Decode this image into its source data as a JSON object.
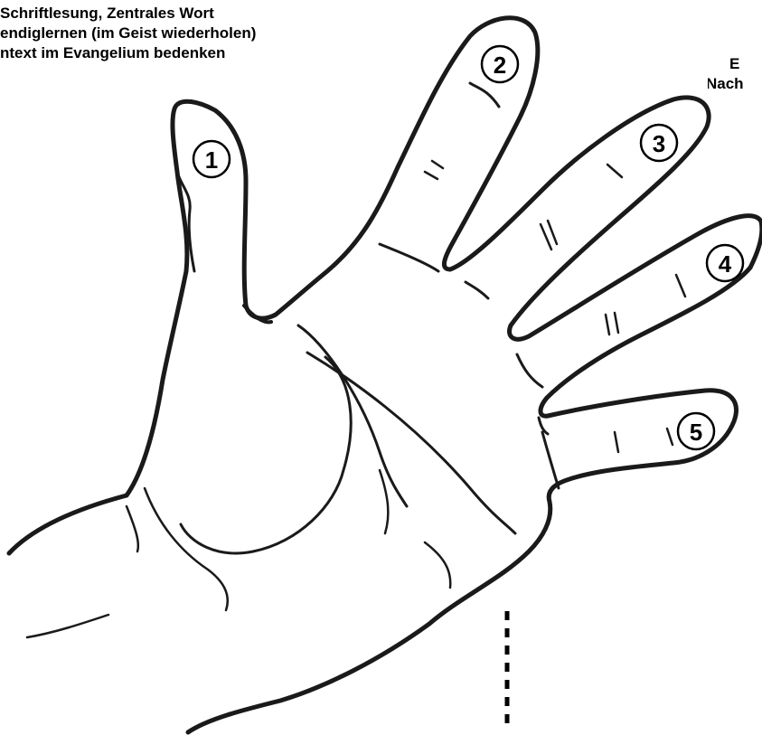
{
  "caption_left": {
    "line1": "Schriftlesung, Zentrales Wort",
    "line2": "endiglernen (im Geist wiederholen)",
    "line3": "ntext im Evangelium bedenken"
  },
  "caption_right": {
    "line1": "E",
    "line2": "Nach"
  },
  "finger_numbers": [
    "1",
    "2",
    "3",
    "4",
    "5"
  ]
}
